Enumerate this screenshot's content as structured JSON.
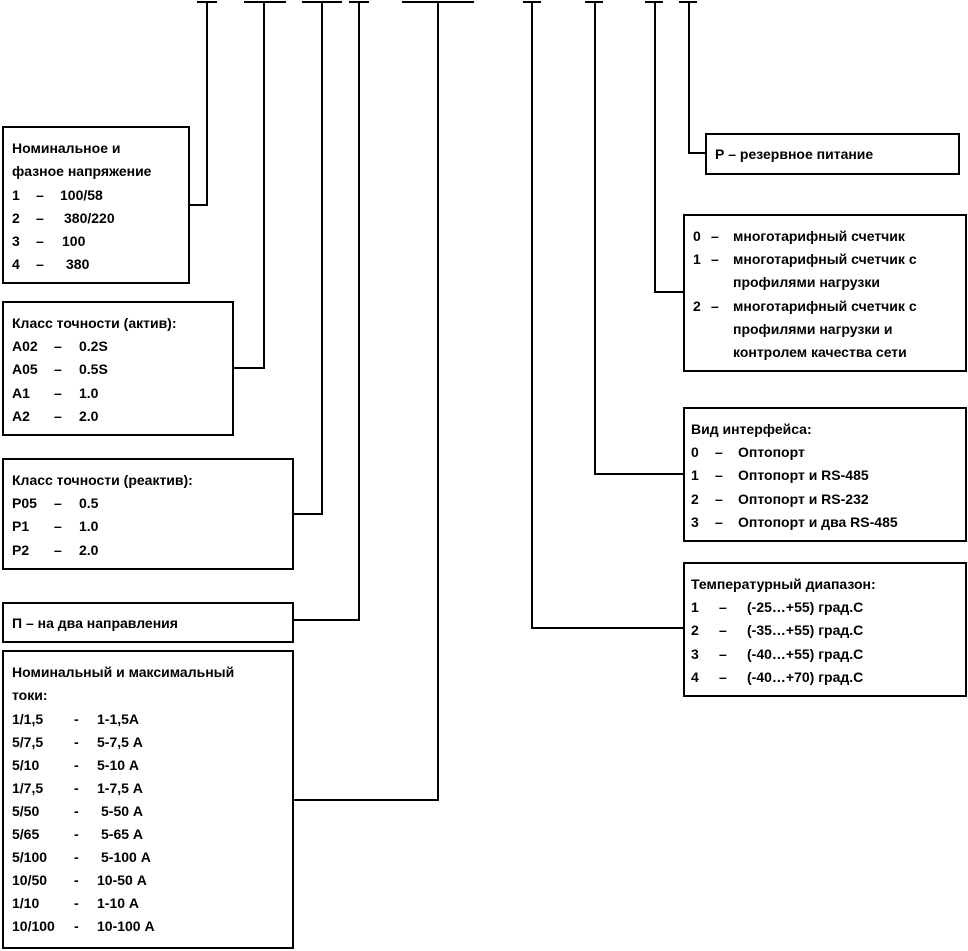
{
  "voltage": {
    "title_1": "Номинальное и",
    "title_2": "фазное напряжение",
    "rows": [
      {
        "code": "1",
        "dash": "–",
        "val": "100/58"
      },
      {
        "code": "2",
        "dash": "–",
        "val": "380/220"
      },
      {
        "code": "3",
        "dash": "–",
        "val": "100"
      },
      {
        "code": "4",
        "dash": "–",
        "val": "380"
      }
    ]
  },
  "accuracy_active": {
    "title": "Класс точности (актив):",
    "rows": [
      {
        "code": "A02",
        "dash": "–",
        "val": "0.2S"
      },
      {
        "code": "A05",
        "dash": "–",
        "val": "0.5S"
      },
      {
        "code": "A1",
        "dash": "–",
        "val": "1.0"
      },
      {
        "code": "A2",
        "dash": "–",
        "val": "2.0"
      }
    ]
  },
  "accuracy_reactive": {
    "title": "Класс точности (реактив):",
    "rows": [
      {
        "code": "P05",
        "dash": "–",
        "val": "0.5"
      },
      {
        "code": "P1",
        "dash": "–",
        "val": "1.0"
      },
      {
        "code": "P2",
        "dash": "–",
        "val": "2.0"
      }
    ]
  },
  "direction": {
    "text": "П – на два направления"
  },
  "currents": {
    "title_1": "Номинальный и максимальный",
    "title_2": "токи:",
    "rows": [
      {
        "code": "1/1,5",
        "dash": "-",
        "val": "1-1,5А"
      },
      {
        "code": "5/7,5",
        "dash": "-",
        "val": "5-7,5 А"
      },
      {
        "code": "5/10",
        "dash": "-",
        "val": "5-10 А"
      },
      {
        "code": "1/7,5",
        "dash": "-",
        "val": "1-7,5 А"
      },
      {
        "code": "5/50",
        "dash": "-",
        "val": "5-50 А"
      },
      {
        "code": "5/65",
        "dash": "-",
        "val": "5-65 А"
      },
      {
        "code": "5/100",
        "dash": "-",
        "val": "5-100 А"
      },
      {
        "code": "10/50",
        "dash": "-",
        "val": "10-50 А"
      },
      {
        "code": "1/10",
        "dash": "-",
        "val": "1-10 А"
      },
      {
        "code": "10/100",
        "dash": "-",
        "val": "10-100 А"
      }
    ]
  },
  "reserve": {
    "text": "Р – резервное питание"
  },
  "meter_type": {
    "rows": [
      {
        "code": "0",
        "dash": "–",
        "lines": [
          "многотарифный счетчик"
        ]
      },
      {
        "code": "1",
        "dash": "–",
        "lines": [
          "многотарифный счетчик с",
          "профилями нагрузки"
        ]
      },
      {
        "code": "2",
        "dash": "–",
        "lines": [
          "многотарифный счетчик с",
          "профилями нагрузки и",
          "контролем качества сети"
        ]
      }
    ]
  },
  "interface": {
    "title": "Вид интерфейса:",
    "rows": [
      {
        "code": "0",
        "dash": "–",
        "val": "Оптопорт"
      },
      {
        "code": "1",
        "dash": "–",
        "val": "Оптопорт и RS-485"
      },
      {
        "code": "2",
        "dash": "–",
        "val": "Оптопорт и RS-232"
      },
      {
        "code": "3",
        "dash": "–",
        "val": "Оптопорт и два RS-485"
      }
    ]
  },
  "temperature": {
    "title": "Температурный диапазон:",
    "rows": [
      {
        "code": "1",
        "dash": "–",
        "val": "(-25…+55) град.С"
      },
      {
        "code": "2",
        "dash": "–",
        "val": "(-35…+55) град.С"
      },
      {
        "code": "3",
        "dash": "–",
        "val": "(-40…+55) град.С"
      },
      {
        "code": "4",
        "dash": "–",
        "val": "(-40…+70) град.С"
      }
    ]
  }
}
